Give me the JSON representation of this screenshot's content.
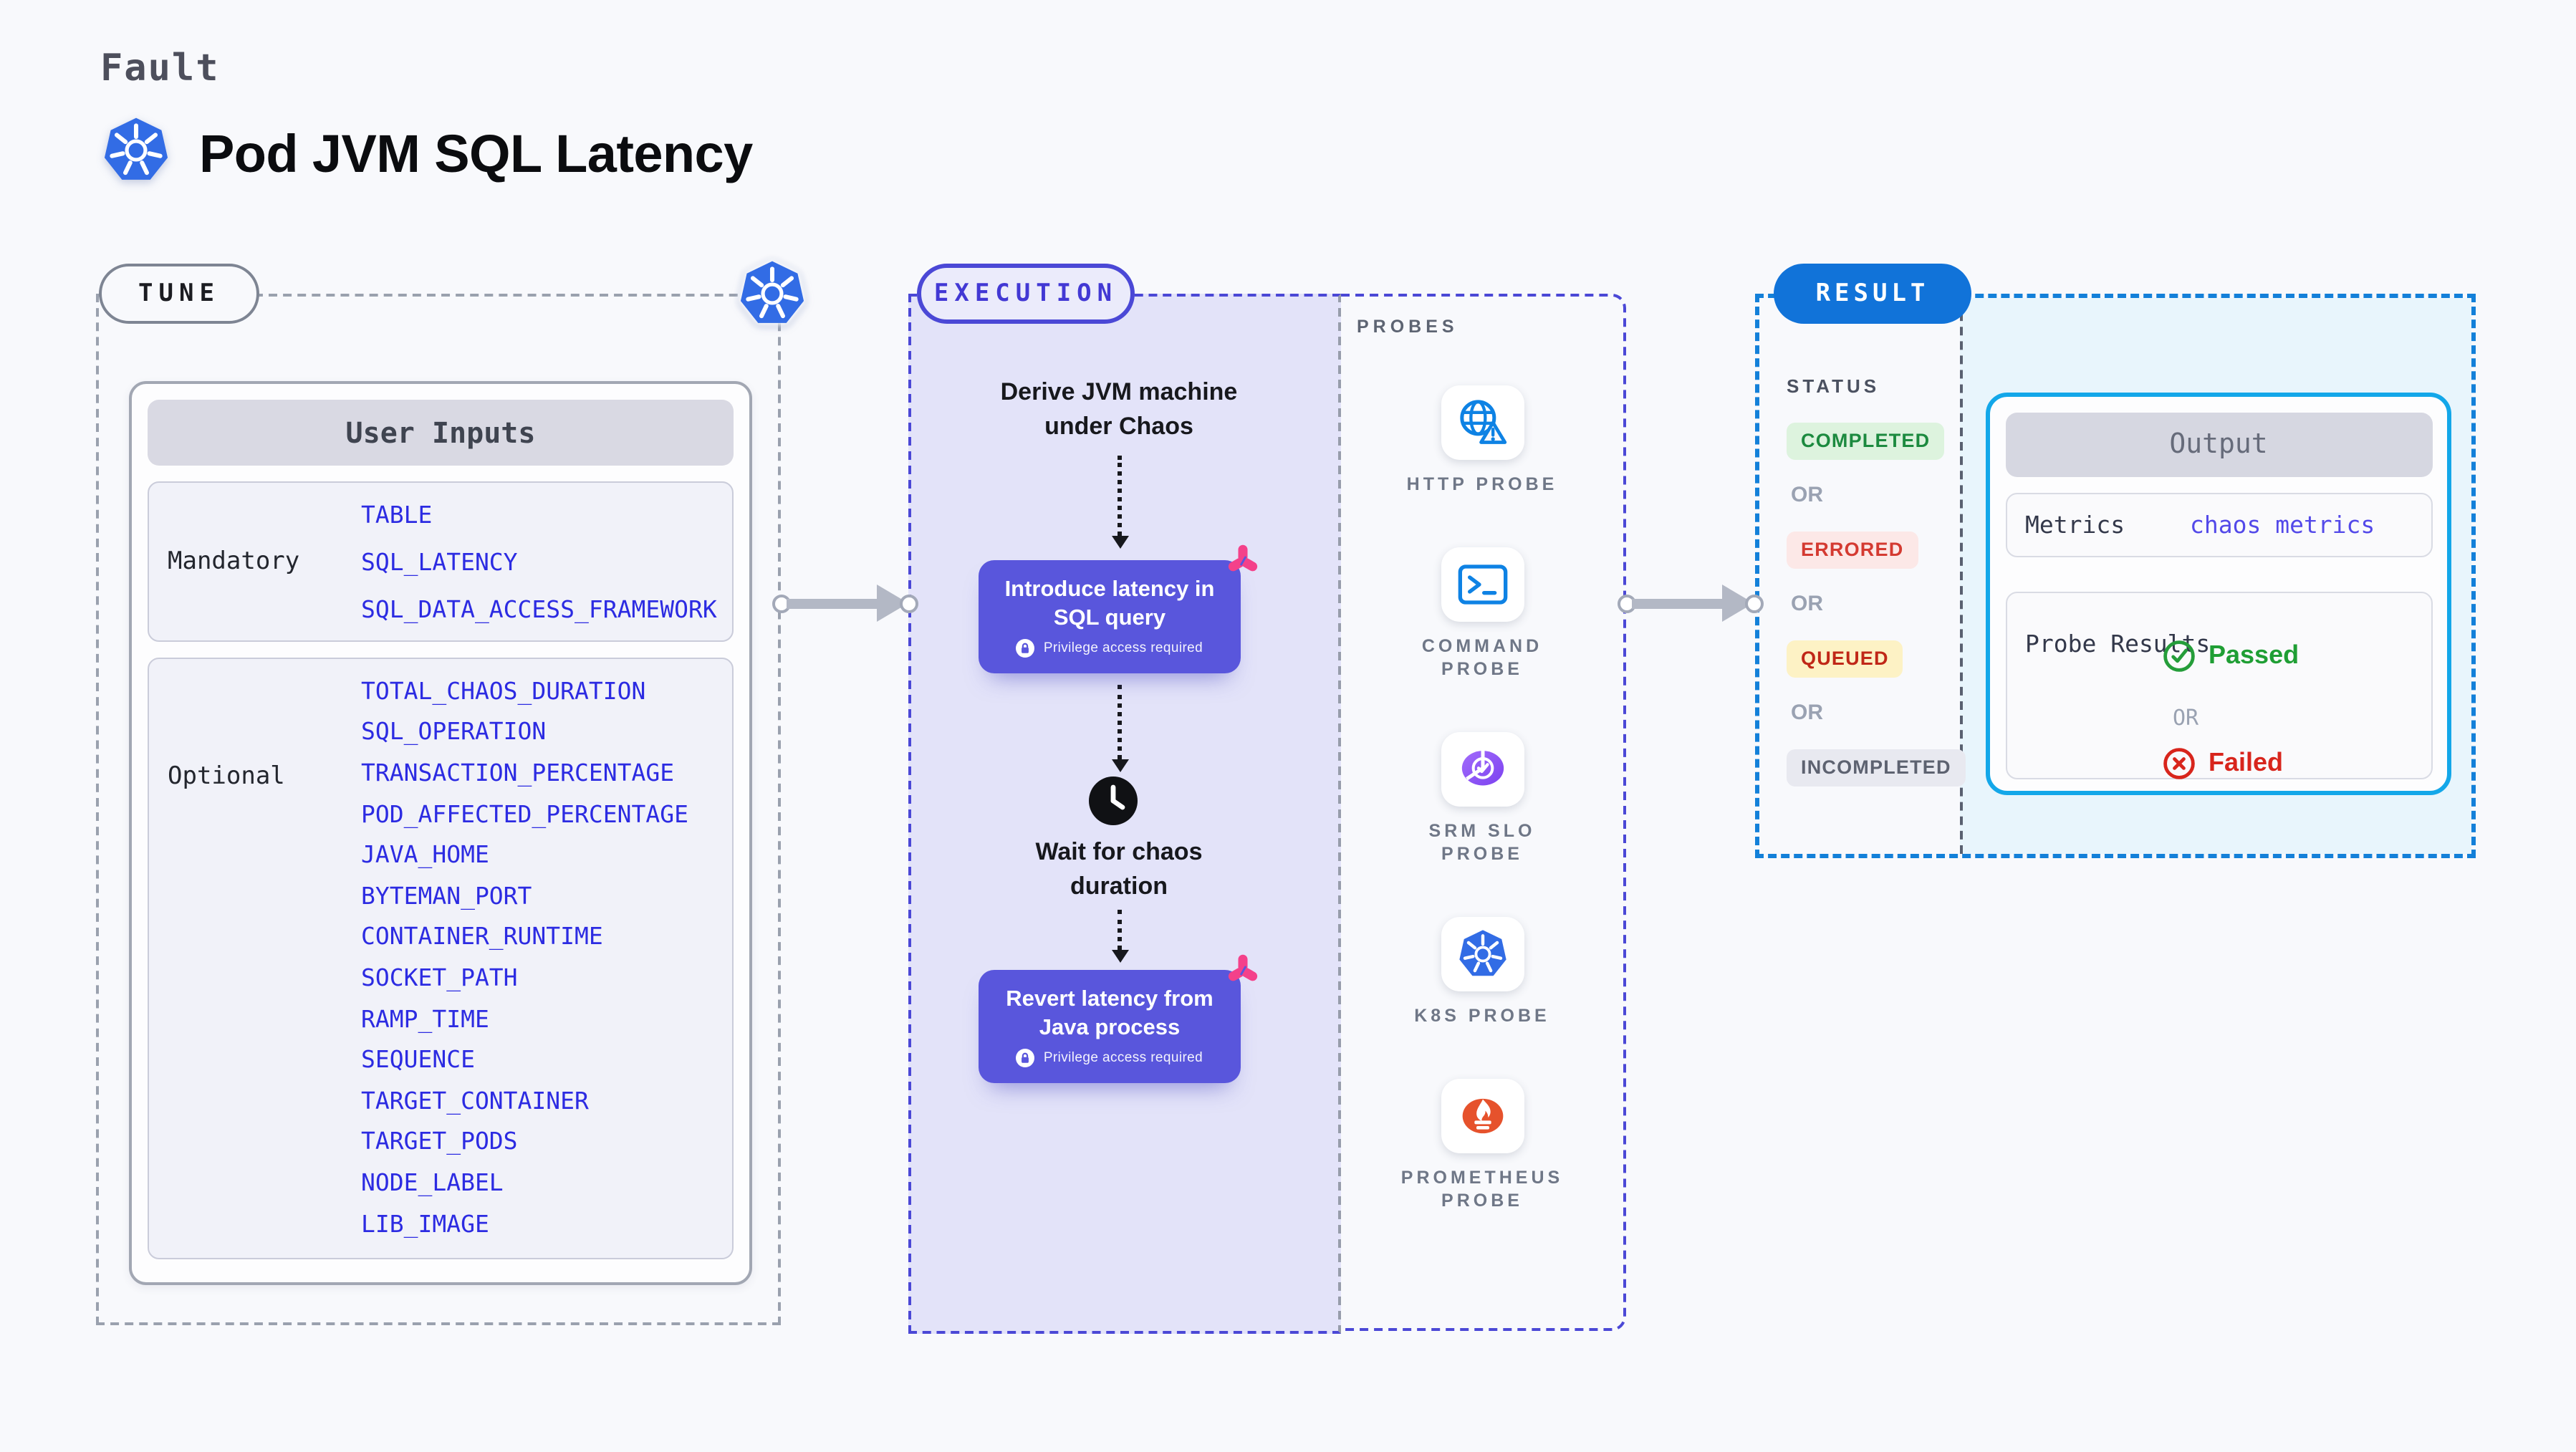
{
  "header": {
    "kicker": "Fault",
    "title": "Pod JVM SQL Latency"
  },
  "tune": {
    "pill": "TUNE",
    "user_inputs": {
      "title": "User Inputs",
      "mandatory": {
        "label": "Mandatory",
        "items": [
          "TABLE",
          "SQL_LATENCY",
          "SQL_DATA_ACCESS_FRAMEWORK"
        ]
      },
      "optional": {
        "label": "Optional",
        "items": [
          "TOTAL_CHAOS_DURATION",
          "SQL_OPERATION",
          "TRANSACTION_PERCENTAGE",
          "POD_AFFECTED_PERCENTAGE",
          "JAVA_HOME",
          "BYTEMAN_PORT",
          "CONTAINER_RUNTIME",
          "SOCKET_PATH",
          "RAMP_TIME",
          "SEQUENCE",
          "TARGET_CONTAINER",
          "TARGET_PODS",
          "NODE_LABEL",
          "LIB_IMAGE"
        ]
      }
    }
  },
  "execution": {
    "pill": "EXECUTION",
    "steps": {
      "derive": "Derive JVM machine under Chaos",
      "inject": {
        "title": "Introduce latency in SQL query",
        "badge": "Privilege access required"
      },
      "wait": "Wait for chaos duration",
      "revert": {
        "title": "Revert latency from Java process",
        "badge": "Privilege access required"
      }
    }
  },
  "probes": {
    "heading": "PROBES",
    "items": [
      {
        "label": "HTTP PROBE",
        "icon": "globe-alert-icon"
      },
      {
        "label": "COMMAND PROBE",
        "icon": "terminal-icon"
      },
      {
        "label": "SRM SLO PROBE",
        "icon": "slo-pie-check-icon"
      },
      {
        "label": "K8S PROBE",
        "icon": "kubernetes-icon"
      },
      {
        "label": "PROMETHEUS PROBE",
        "icon": "prometheus-icon"
      }
    ]
  },
  "result": {
    "pill": "RESULT",
    "status_heading": "STATUS",
    "or": "OR",
    "statuses": [
      {
        "label": "COMPLETED",
        "bg": "#ddf3de",
        "fg": "#1c8a3f"
      },
      {
        "label": "ERRORED",
        "bg": "#fce8e7",
        "fg": "#d43a31"
      },
      {
        "label": "QUEUED",
        "bg": "#fdf2c5",
        "fg": "#c02717"
      },
      {
        "label": "INCOMPLETED",
        "bg": "#e8e9f0",
        "fg": "#5d6270"
      }
    ],
    "output": {
      "title": "Output",
      "metrics_label": "Metrics",
      "metrics_value": "chaos metrics",
      "probe_results_label": "Probe Results",
      "passed": "Passed",
      "or": "OR",
      "failed": "Failed"
    }
  },
  "colors": {
    "page_bg": "#f8f9fc",
    "lavender_bg": "#e3e3f9",
    "cyan_bg": "#e8f5fc",
    "indigo_accent": "#4b48d6",
    "chaos_purple": "#5956dc",
    "litmus_pink": "#f4418a",
    "k8s_blue": "#326ce5",
    "probe_icon_blue": "#0e82e4",
    "prometheus_orange": "#e6522c",
    "srm_purple": "#8b5cf6",
    "result_blue": "#1173d9",
    "output_border_cyan": "#13a7e9",
    "input_token_blue": "#2c2be2",
    "passed_green": "#1f9e34",
    "failed_red": "#d8251c"
  }
}
